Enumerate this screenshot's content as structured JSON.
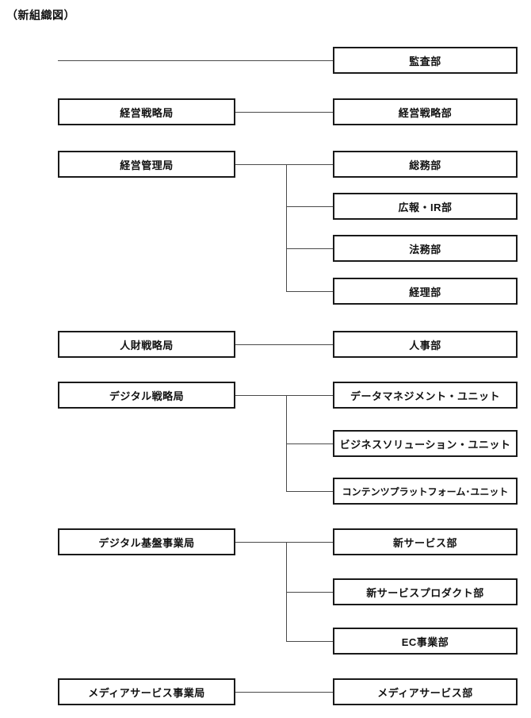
{
  "org": {
    "title": "（新組織図）",
    "standalone_departments": [
      {
        "label": "監査部"
      }
    ],
    "bureaus": [
      {
        "label": "経営戦略局",
        "departments": [
          "経営戦略部"
        ]
      },
      {
        "label": "経営管理局",
        "departments": [
          "総務部",
          "広報・IR部",
          "法務部",
          "経理部"
        ]
      },
      {
        "label": "人財戦略局",
        "departments": [
          "人事部"
        ]
      },
      {
        "label": "デジタル戦略局",
        "departments": [
          "データマネジメント・ユニット",
          "ビジネスソリューション・ユニット",
          "コンテンツプラットフォーム･ユニット"
        ]
      },
      {
        "label": "デジタル基盤事業局",
        "departments": [
          "新サービス部",
          "新サービスプロダクト部",
          "EC事業部"
        ]
      },
      {
        "label": "メディアサービス事業局",
        "departments": [
          "メディアサービス部"
        ]
      }
    ],
    "colors": {
      "background": "#ffffff",
      "box_border": "#1a1a1a",
      "connector": "#4a4a4a",
      "text": "#111111"
    }
  }
}
